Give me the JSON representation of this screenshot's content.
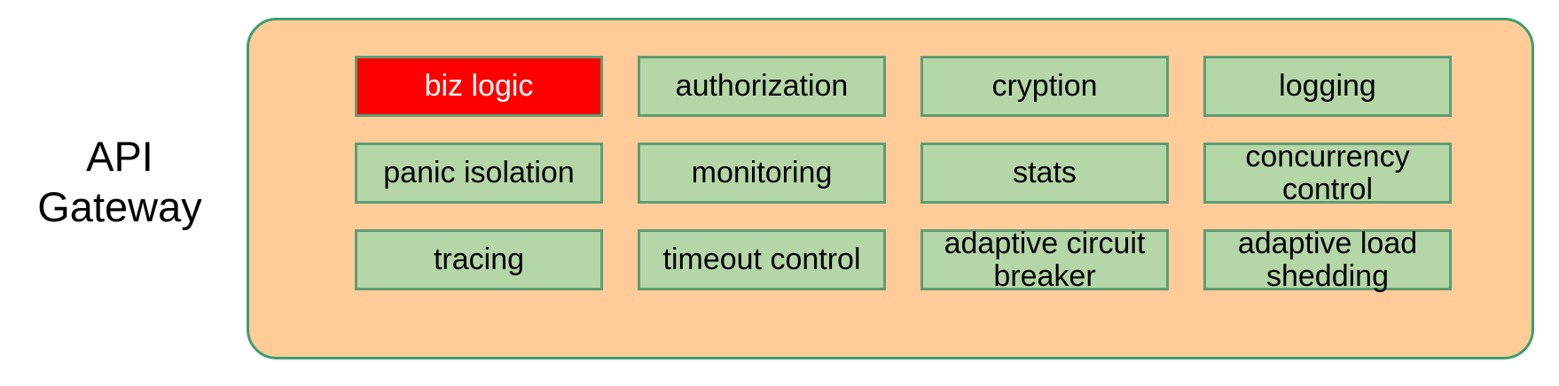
{
  "diagram": {
    "side_label": "API\nGateway",
    "panel": {
      "name": "api-gateway-panel",
      "fill_color": "#ffcc99",
      "border_color": "#3c9e6e"
    },
    "box_style": {
      "fill_color": "#b5d6a7",
      "border_color": "#5f9c72",
      "highlight_fill_color": "#ff0000",
      "highlight_text_color": "#ffffff"
    },
    "boxes": [
      {
        "label": "biz logic",
        "highlight": true
      },
      {
        "label": "authorization",
        "highlight": false
      },
      {
        "label": "cryption",
        "highlight": false
      },
      {
        "label": "logging",
        "highlight": false
      },
      {
        "label": "panic isolation",
        "highlight": false
      },
      {
        "label": "monitoring",
        "highlight": false
      },
      {
        "label": "stats",
        "highlight": false
      },
      {
        "label": "concurrency\ncontrol",
        "highlight": false
      },
      {
        "label": "tracing",
        "highlight": false
      },
      {
        "label": "timeout control",
        "highlight": false
      },
      {
        "label": "adaptive circuit\nbreaker",
        "highlight": false
      },
      {
        "label": "adaptive load\nshedding",
        "highlight": false
      }
    ]
  }
}
